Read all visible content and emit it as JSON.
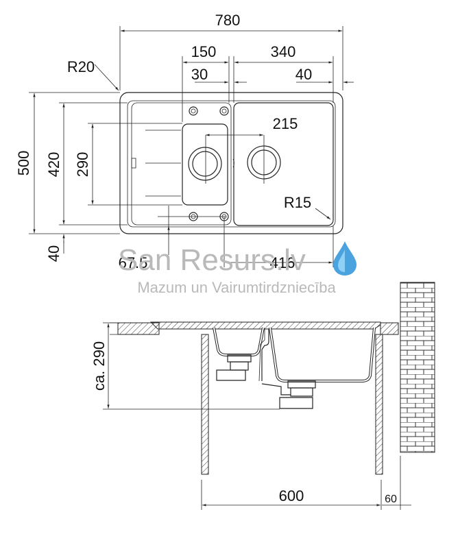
{
  "dimensions": {
    "overall_width": "780",
    "drainer_width": "150",
    "bowl_width": "340",
    "gap_30": "30",
    "edge_40": "40",
    "corner_radius_outer": "R20",
    "overall_depth": "500",
    "inner_depth": "420",
    "small_bowl_depth": "290",
    "front_40": "40",
    "bowl_center": "215",
    "corner_radius_bowl": "R15",
    "offset_67": "67.5",
    "drain_distance": "416",
    "install_depth": "ca. 290",
    "cabinet_width": "600",
    "wall_gap": "60"
  },
  "watermark": {
    "brand": "San Resurs.lv",
    "tagline": "Mazum un Vairumtirdzniecība",
    "logo": "water-drop-icon"
  }
}
